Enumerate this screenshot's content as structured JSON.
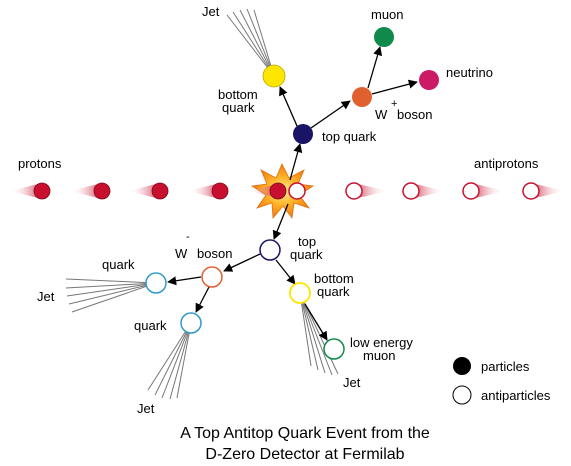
{
  "labels": {
    "protons": "protons",
    "antiprotons": "antiprotons",
    "jet_top": "Jet",
    "muon": "muon",
    "neutrino": "neutrino",
    "bottom_quark_top_1": "bottom",
    "bottom_quark_top_2": "quark",
    "w_plus_w": "W",
    "w_plus_sign": "+",
    "w_plus_boson": "boson",
    "top_quark": "top quark",
    "top_1": "top",
    "top_2": "quark",
    "w_minus_sign": "-",
    "w_minus_w": "W",
    "w_minus_boson": "boson",
    "quark_left": "quark",
    "jet_left": "Jet",
    "quark_lower": "quark",
    "jet_bottom_left": "Jet",
    "bottom_quark_low_1": "bottom",
    "bottom_quark_low_2": "quark",
    "low_energy_1": "low energy",
    "low_energy_2": "muon",
    "jet_bottom_right": "Jet"
  },
  "legend": {
    "particles": "particles",
    "antiparticles": "antiparticles"
  },
  "caption": {
    "line1": "A Top Antitop Quark Event from the",
    "line2": "D-Zero Detector at Fermilab"
  },
  "colors": {
    "proton": "#c8102e",
    "top_quark": "#1a1466",
    "bottom_quark": "#ffe600",
    "w_plus": "#e06030",
    "muon": "#0f8a4a",
    "neutrino": "#cc1a66",
    "w_minus_ring": "#e06030",
    "quark_ring": "#3399cc",
    "muon_ring": "#0f8a4a",
    "burst": "#f59a1a"
  }
}
